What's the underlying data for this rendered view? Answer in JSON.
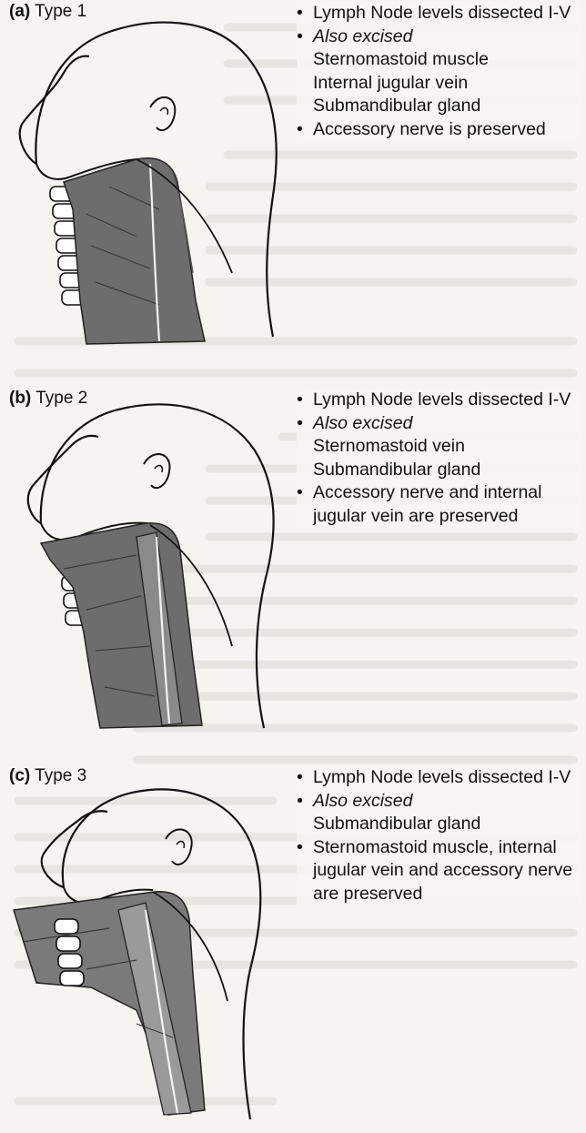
{
  "panels": [
    {
      "letter": "(a)",
      "type": "Type 1",
      "bullets": [
        {
          "text": "Lymph Node levels dissected I-V",
          "italic": false,
          "bullet": true
        },
        {
          "text": "Also excised",
          "italic": true,
          "bullet": true
        },
        {
          "text": "Sternomastoid muscle",
          "italic": false,
          "bullet": false
        },
        {
          "text": "Internal jugular vein",
          "italic": false,
          "bullet": false
        },
        {
          "text": "Submandibular gland",
          "italic": false,
          "bullet": false
        },
        {
          "text": "Accessory nerve is preserved",
          "italic": false,
          "bullet": true
        }
      ]
    },
    {
      "letter": "(b)",
      "type": "Type 2",
      "bullets": [
        {
          "text": "Lymph Node levels dissected I-V",
          "italic": false,
          "bullet": true
        },
        {
          "text": "Also excised",
          "italic": true,
          "bullet": true
        },
        {
          "text": "Sternomastoid vein",
          "italic": false,
          "bullet": false
        },
        {
          "text": "Submandibular gland",
          "italic": false,
          "bullet": false
        },
        {
          "text": "Accessory nerve and internal jugular vein are preserved",
          "italic": false,
          "bullet": true
        }
      ]
    },
    {
      "letter": "(c)",
      "type": "Type 3",
      "bullets": [
        {
          "text": "Lymph Node levels dissected I-V",
          "italic": false,
          "bullet": true
        },
        {
          "text": "Also excised",
          "italic": true,
          "bullet": true
        },
        {
          "text": "Submandibular gland",
          "italic": false,
          "bullet": false
        },
        {
          "text": "Sternomastoid muscle, internal jugular vein and accessory nerve are preserved",
          "italic": false,
          "bullet": true
        }
      ]
    }
  ],
  "colors": {
    "paper": "#f5f4f1",
    "ink": "#111111",
    "shading": "#6d6d6d",
    "shading_light": "#9a9a9a",
    "bleed_through": "#d9d6cf"
  }
}
